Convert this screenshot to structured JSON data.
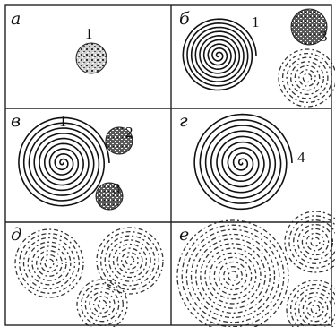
{
  "panels": [
    {
      "letter": "а",
      "labels": [
        "1"
      ]
    },
    {
      "letter": "б",
      "labels": [
        "1",
        "3"
      ]
    },
    {
      "letter": "в",
      "labels": [
        "1",
        "2",
        "3"
      ]
    },
    {
      "letter": "г",
      "labels": [
        "4"
      ]
    },
    {
      "letter": "д",
      "labels": []
    },
    {
      "letter": "е",
      "labels": []
    }
  ]
}
